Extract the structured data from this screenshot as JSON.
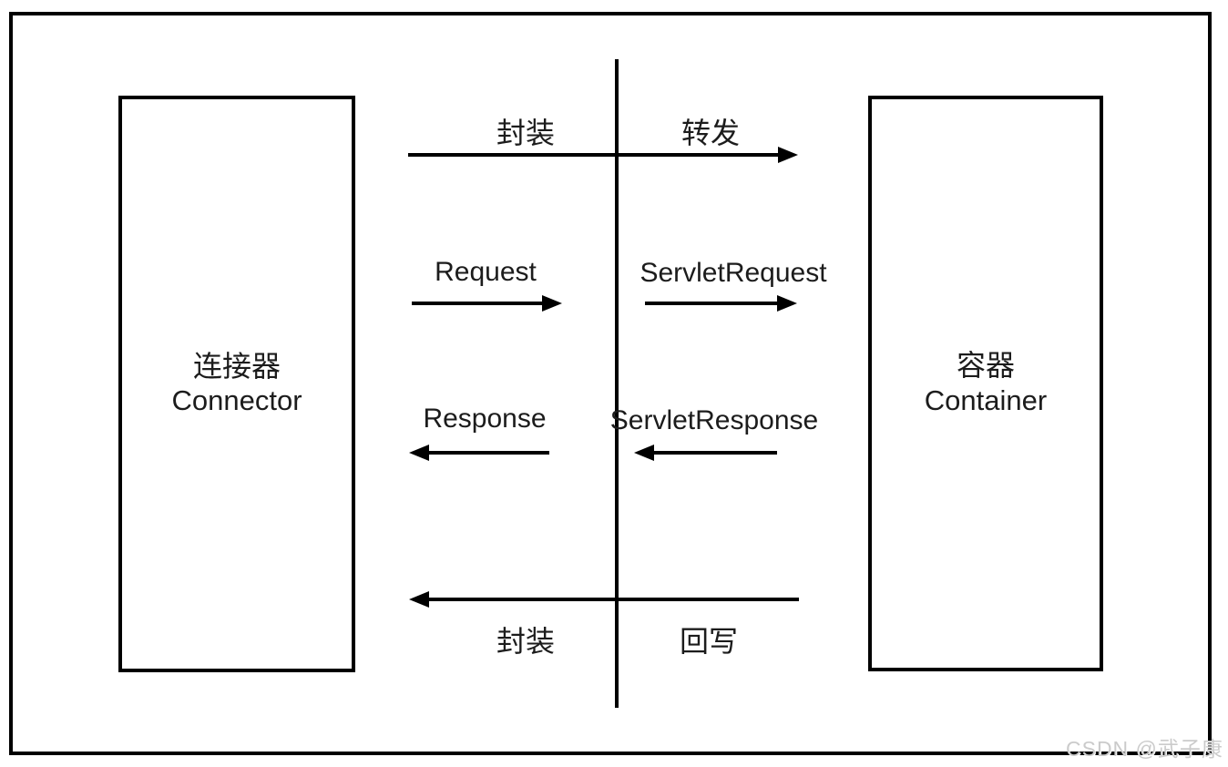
{
  "left_box": {
    "name_zh": "连接器",
    "name_en": "Connector"
  },
  "right_box": {
    "name_zh": "容器",
    "name_en": "Container"
  },
  "labels": {
    "top_left": "封装",
    "top_right": "转发",
    "request": "Request",
    "servlet_request": "ServletRequest",
    "response": "Response",
    "servlet_response": "ServletResponse",
    "bottom_left": "封装",
    "bottom_right": "回写"
  },
  "watermark": "CSDN @武子康",
  "colors": {
    "line": "#000000",
    "text": "#1c1c1c",
    "watermark": "#cbcbcb",
    "background": "#ffffff"
  }
}
